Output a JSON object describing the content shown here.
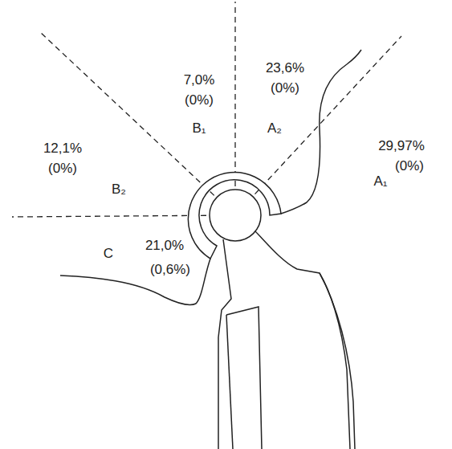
{
  "diagram": {
    "labels": [
      "7,0%",
      "(0%)",
      "B₁",
      "23,6%",
      "(0%)",
      "A₂",
      "12,1%",
      "(0%)",
      "B₂",
      "29,97%",
      "(0%)",
      "A₁",
      "C",
      "21,0%",
      "(0,6%)"
    ]
  }
}
